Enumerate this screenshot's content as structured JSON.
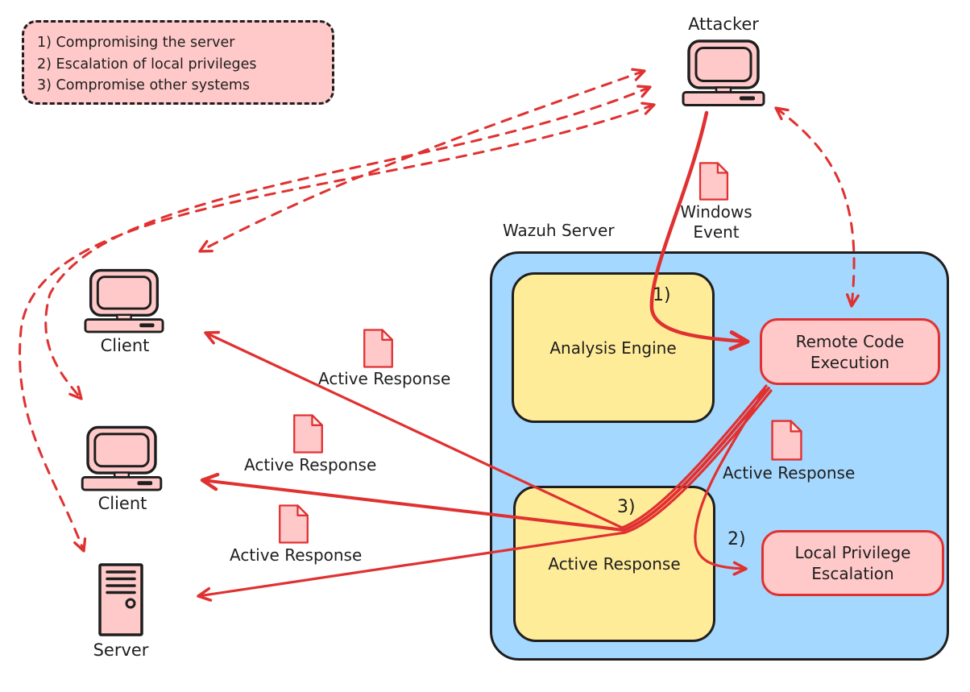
{
  "colors": {
    "ink": "#1e1e1e",
    "red": "#e03131",
    "pink": "#ffc9c9",
    "pink_light": "#ffe8e8",
    "yellow": "#ffec99",
    "blue": "#a5d8ff"
  },
  "legend": {
    "lines": [
      "1) Compromising the server",
      "2) Escalation of local privileges",
      "3) Compromise other systems"
    ]
  },
  "nodes": {
    "attacker": {
      "label": "Attacker",
      "icon": "computer-icon"
    },
    "client1": {
      "label": "Client",
      "icon": "computer-icon"
    },
    "client2": {
      "label": "Client",
      "icon": "computer-icon"
    },
    "server": {
      "label": "Server",
      "icon": "server-tower-icon"
    }
  },
  "wazuh": {
    "title": "Wazuh Server",
    "analysis_engine": "Analysis Engine",
    "active_response": "Active Response",
    "remote_code_execution": "Remote Code Execution",
    "local_privilege_escalation": "Local Privilege Escalation"
  },
  "documents": {
    "windows_event": {
      "label": "Windows Event",
      "icon": "document-icon"
    },
    "active_response_1": {
      "label": "Active Response",
      "icon": "document-icon"
    },
    "active_response_2": {
      "label": "Active Response",
      "icon": "document-icon"
    },
    "active_response_3": {
      "label": "Active Response",
      "icon": "document-icon"
    },
    "active_response_4": {
      "label": "Active Response",
      "icon": "document-icon"
    }
  },
  "steps": {
    "one": "1)",
    "two": "2)",
    "three": "3)"
  }
}
